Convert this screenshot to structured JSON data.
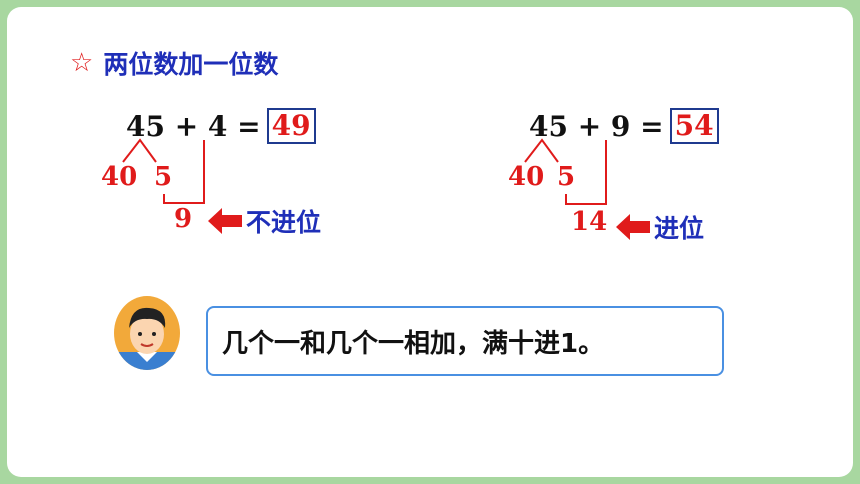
{
  "title": {
    "star": "☆",
    "text": "两位数加一位数"
  },
  "left_example": {
    "expression": "45 + 4 =",
    "answer": "49",
    "tens_part": "40",
    "ones_part": "5",
    "ones_sum": "9",
    "label": "不进位"
  },
  "right_example": {
    "expression": "45 + 9 =",
    "answer": "54",
    "tens_part": "40",
    "ones_part": "5",
    "ones_sum": "14",
    "label": "进位"
  },
  "speech": {
    "text": "几个一和几个一相加，满十进1。"
  },
  "colors": {
    "accent_red": "#e01b1b",
    "title_blue": "#1f2fb8",
    "frame_green": "#a8d7a0",
    "bubble_border": "#4a90e2"
  },
  "icons": {
    "arrow": "left-arrow-icon",
    "avatar": "boy-avatar-icon"
  }
}
